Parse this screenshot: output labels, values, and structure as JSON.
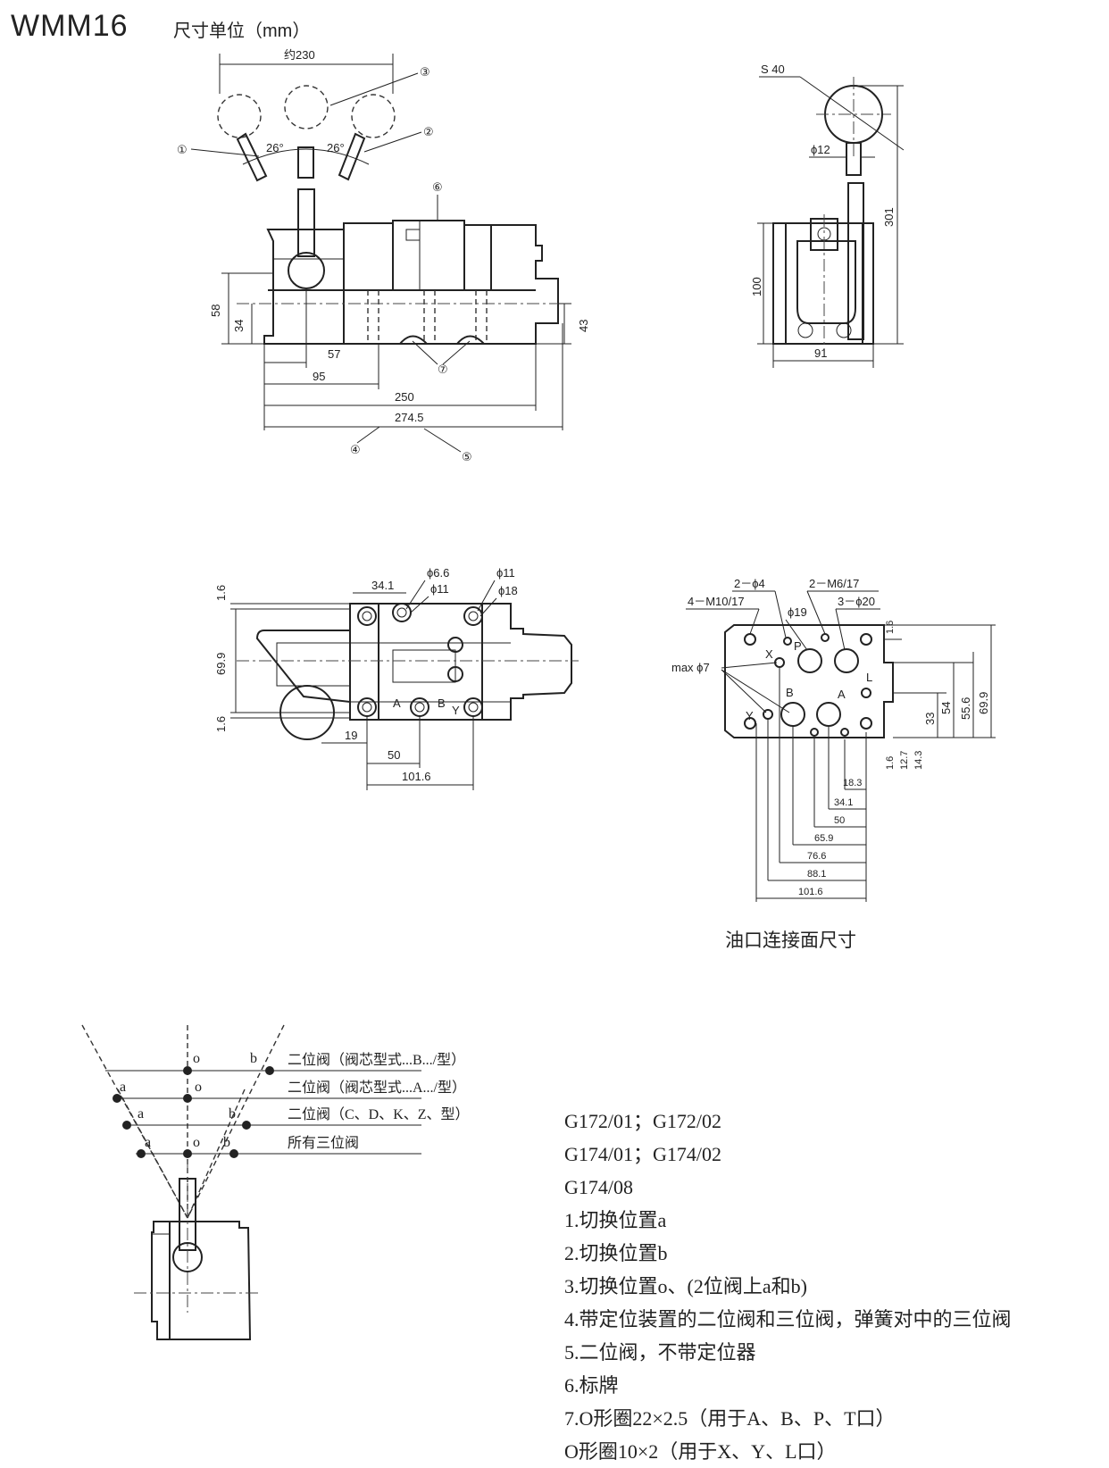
{
  "header": {
    "model": "WMM16",
    "unit_label": "尺寸单位（mm）"
  },
  "front_view": {
    "approx_label": "约230",
    "angle_left": "26°",
    "angle_right": "26°",
    "dims": [
      "58",
      "34",
      "57",
      "95",
      "250",
      "274.5",
      "43"
    ],
    "callouts": [
      "①",
      "②",
      "③",
      "④",
      "⑤",
      "⑥",
      "⑦"
    ]
  },
  "side_view": {
    "dims": [
      "S 40",
      "ϕ12",
      "301",
      "100",
      "91"
    ]
  },
  "top_view": {
    "dims": [
      "34.1",
      "ϕ6.6",
      "ϕ11",
      "ϕ11",
      "ϕ18",
      "1.6",
      "69.9",
      "1.6",
      "19",
      "50",
      "101.6"
    ],
    "ports": [
      "A",
      "B",
      "Y"
    ]
  },
  "port_face": {
    "dims": [
      "2－ϕ4",
      "2－M6/17",
      "4－M10/17",
      "ϕ19",
      "3－ϕ20",
      "max ϕ7",
      "1.6",
      "69.9",
      "55.6",
      "54",
      "33",
      "1.6",
      "12.7",
      "14.3",
      "18.3",
      "34.1",
      "50",
      "65.9",
      "76.6",
      "88.1",
      "101.6"
    ],
    "ports": [
      "X",
      "P",
      "L",
      "B",
      "A",
      "Y"
    ],
    "caption": "油口连接面尺寸"
  },
  "positions": {
    "letters": [
      "o",
      "b",
      "a",
      "o",
      "a",
      "b",
      "a",
      "o",
      "b"
    ],
    "rows": [
      "二位阀（阀芯型式...B.../型）",
      "二位阀（阀芯型式...A.../型）",
      "二位阀（C、D、K、Z、型）",
      "所有三位阀"
    ]
  },
  "notes": [
    "G172/01；G172/02",
    "G174/01；G174/02",
    "G174/08",
    "1.切换位置a",
    "2.切换位置b",
    "3.切换位置o、(2位阀上a和b)",
    "4.带定位装置的二位阀和三位阀，弹簧对中的三位阀",
    "5.二位阀，不带定位器",
    "6.标牌",
    "7.O形圈22×2.5（用于A、B、P、T口）",
    "  O形圈10×2（用于X、Y、L口）"
  ]
}
